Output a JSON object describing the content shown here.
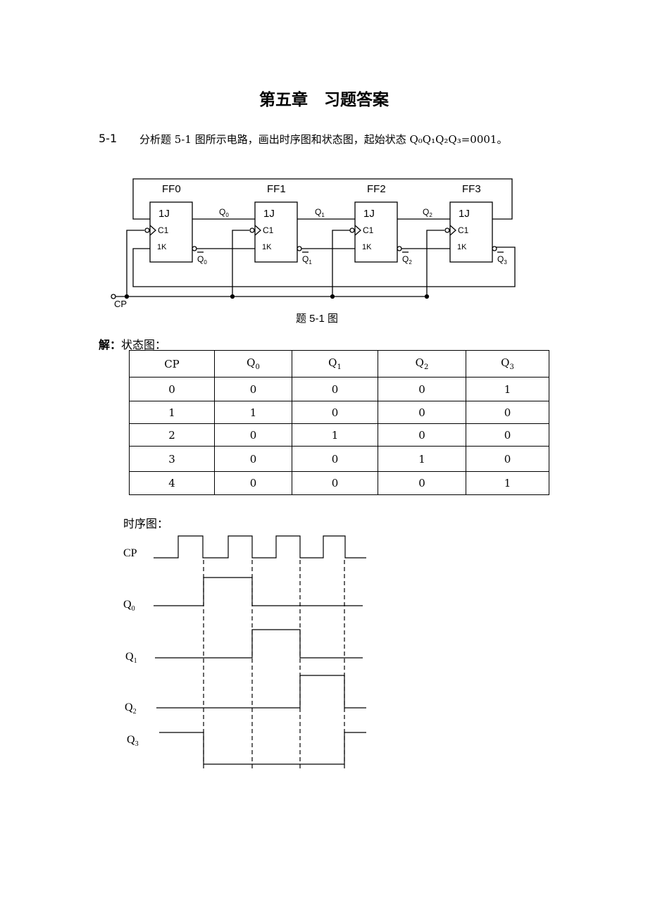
{
  "title": "第五章　习题答案",
  "question": {
    "number": "5-1",
    "text": "分析题 5-1 图所示电路，画出时序图和状态图，起始状态 Q₀Q₁Q₂Q₃=0001。"
  },
  "circuit": {
    "flipflops": [
      "FF0",
      "FF1",
      "FF2",
      "FF3"
    ],
    "j_label": "1J",
    "c_label": "C1",
    "k_label": "1K",
    "q_labels": [
      "Q0",
      "Q1",
      "Q2"
    ],
    "qbar_labels": [
      "Q0",
      "Q1",
      "Q2",
      "Q3"
    ],
    "clock_label": "CP",
    "caption": "题 5-1 图"
  },
  "solution": {
    "label": "解：",
    "state_label": "状态图："
  },
  "table": {
    "headers": [
      "CP",
      "Q0",
      "Q1",
      "Q2",
      "Q3"
    ],
    "rows": [
      [
        "0",
        "0",
        "0",
        "0",
        "1"
      ],
      [
        "1",
        "1",
        "0",
        "0",
        "0"
      ],
      [
        "2",
        "0",
        "1",
        "0",
        "0"
      ],
      [
        "3",
        "0",
        "0",
        "1",
        "0"
      ],
      [
        "4",
        "0",
        "0",
        "0",
        "1"
      ]
    ]
  },
  "timing": {
    "label": "时序图：",
    "signals": [
      "CP",
      "Q0",
      "Q1",
      "Q2",
      "Q3"
    ],
    "waveforms": {
      "Q0": [
        0,
        1,
        0,
        0,
        0
      ],
      "Q1": [
        0,
        0,
        1,
        0,
        0
      ],
      "Q2": [
        0,
        0,
        0,
        1,
        0
      ],
      "Q3": [
        1,
        0,
        0,
        0,
        1
      ]
    }
  }
}
